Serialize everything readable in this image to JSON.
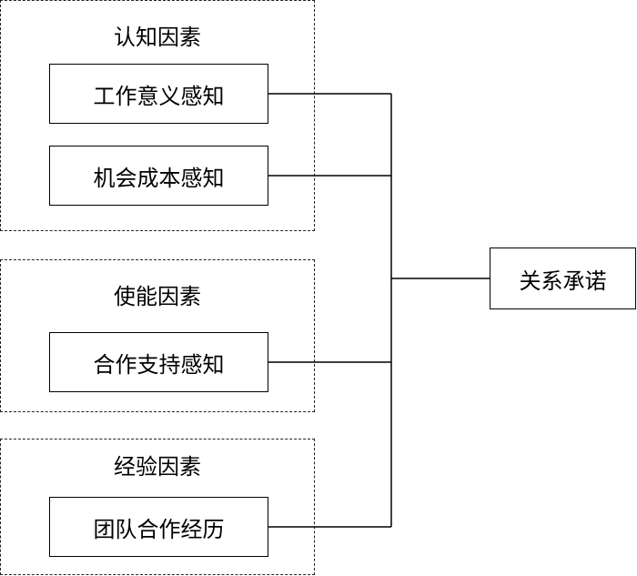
{
  "groups": {
    "cognitive": {
      "title": "认知因素"
    },
    "enabling": {
      "title": "使能因素"
    },
    "experience": {
      "title": "经验因素"
    }
  },
  "nodes": {
    "work_meaning": "工作意义感知",
    "opportunity_cost": "机会成本感知",
    "cooperation_support": "合作支持感知",
    "team_experience": "团队合作经历",
    "relational_commitment": "关系承诺"
  }
}
